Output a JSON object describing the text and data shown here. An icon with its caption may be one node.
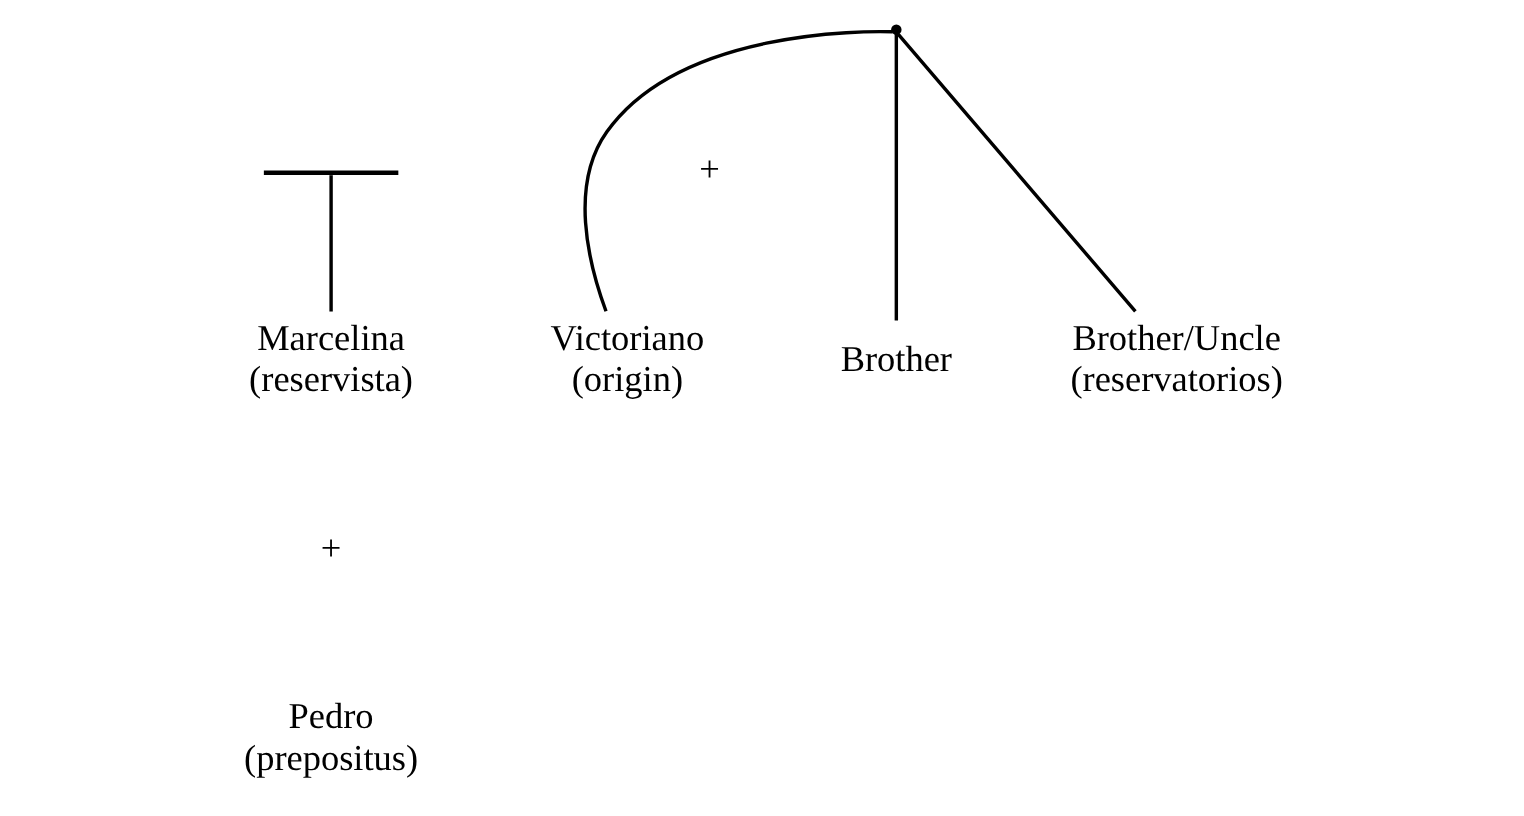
{
  "diagram": {
    "nodes": [
      {
        "text": [],
        "shape": "point"
      },
      {
        "text": [],
        "shape": "bar"
      },
      {
        "text": [
          "Marcelina",
          "(reservista)"
        ]
      },
      {
        "text": [
          "Victoriano",
          "(origin)"
        ]
      },
      {
        "text": [
          "Brother"
        ]
      },
      {
        "text": [
          "Brother/Uncle",
          "(reservatorios)"
        ]
      },
      {
        "text": [
          "Pedro",
          "(prepositus)"
        ]
      }
    ],
    "edges": [
      {
        "from": 1,
        "to": 2,
        "arrow": "none"
      },
      {
        "from": 0,
        "to": 3,
        "arrow": "none"
      },
      {
        "from": 0,
        "to": 4,
        "arrow": "none"
      },
      {
        "from": 0,
        "to": 5,
        "arrow": "none"
      }
    ],
    "labels": [
      "+",
      "+"
    ]
  }
}
